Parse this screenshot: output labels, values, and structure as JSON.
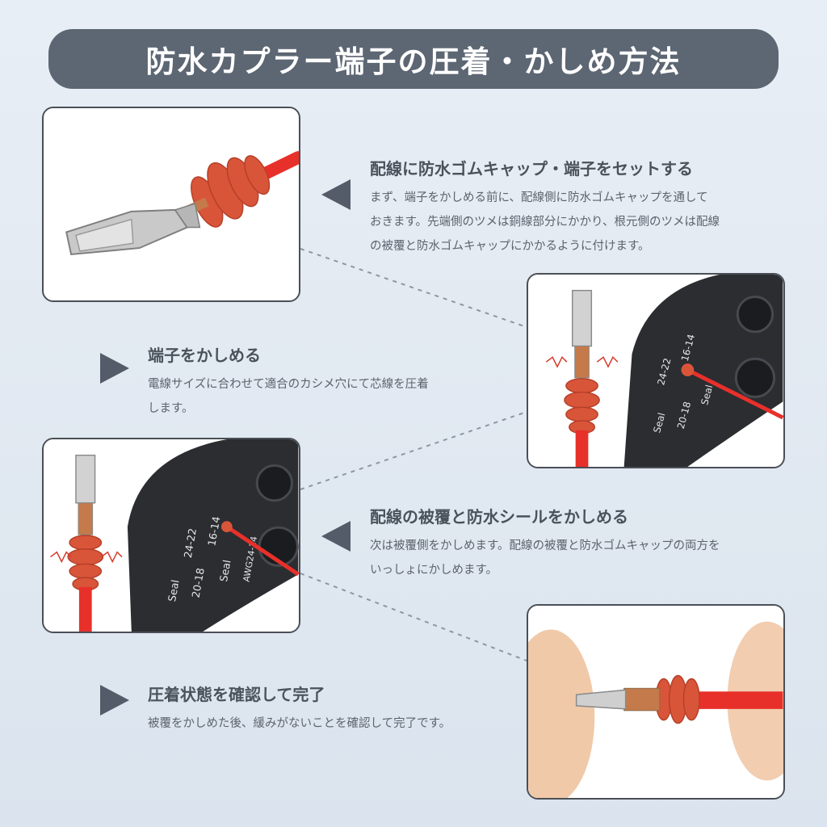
{
  "title": "防水カプラー端子の圧着・かしめ方法",
  "steps": [
    {
      "heading": "配線に防水ゴムキャップ・端子をセットする",
      "lines": [
        "まず、端子をかしめる前に、配線側に防水ゴムキャップを通して",
        "おきます。先端側のツメは銅線部分にかかり、根元側のツメは配線",
        "の被覆と防水ゴムキャップにかかるように付けます。"
      ]
    },
    {
      "heading": "端子をかしめる",
      "lines": [
        "電線サイズに合わせて適合のカシメ穴にて芯線を圧着",
        "します。"
      ]
    },
    {
      "heading": "配線の被覆と防水シールをかしめる",
      "lines": [
        "次は被覆側をかしめます。配線の被覆と防水ゴムキャップの両方を",
        "いっしょにかしめます。"
      ]
    },
    {
      "heading": "圧着状態を確認して完了",
      "lines": [
        "被覆をかしめた後、緩みがないことを確認して完了です。"
      ]
    }
  ],
  "tool_labels": {
    "seal": "Seal",
    "size_a": "24-22",
    "size_b": "20-18",
    "size_c": "16-14",
    "awg": "AWG24-14"
  },
  "colors": {
    "banner": "#5d6673",
    "wire": "#e8302a",
    "seal": "#d9553a",
    "tool": "#2b2d31",
    "arrow": "#535c68"
  },
  "icons": [
    "triangle-pointer-left",
    "triangle-pointer-right",
    "dashed-connector"
  ]
}
